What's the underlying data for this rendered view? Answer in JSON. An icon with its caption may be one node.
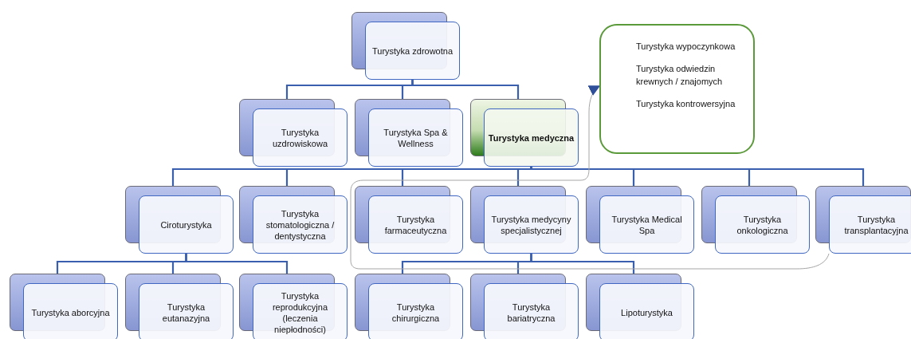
{
  "diagram": {
    "nodes": [
      {
        "text": [
          "Turystyka zdrowotna"
        ]
      },
      {
        "text": [
          "Turystyka wypoczynkowa",
          "Turystyka odwiedzin krewnych / znajomych",
          "Turystyka kontrowersyjna"
        ]
      },
      {
        "text": [
          "Turystyka uzdrowiskowa"
        ]
      },
      {
        "text": [
          "Turystyka Spa & Wellness"
        ]
      },
      {
        "text": [
          "Turystyka medyczna"
        ]
      },
      {
        "text": [
          "Ciroturystyka"
        ]
      },
      {
        "text": [
          "Turystyka stomatologiczna / dentystyczna"
        ]
      },
      {
        "text": [
          "Turystyka farmaceutyczna"
        ]
      },
      {
        "text": [
          "Turystyka medycyny specjalistycznej"
        ]
      },
      {
        "text": [
          "Turystyka Medical Spa"
        ]
      },
      {
        "text": [
          "Turystyka onkologiczna"
        ]
      },
      {
        "text": [
          "Turystyka transplantacyjna"
        ]
      },
      {
        "text": [
          "Turystyka aborcyjna"
        ]
      },
      {
        "text": [
          "Turystyka eutanazyjna"
        ]
      },
      {
        "text": [
          "Turystyka reprodukcyjna (leczenia niepłodności)"
        ]
      },
      {
        "text": [
          "Turystyka chirurgiczna"
        ]
      },
      {
        "text": [
          "Turystyka bariatryczna"
        ]
      },
      {
        "text": [
          "Lipoturystyka"
        ]
      }
    ],
    "edges": [
      {
        "from": 0,
        "to": 2,
        "arrow": "none"
      },
      {
        "from": 0,
        "to": 3,
        "arrow": "none"
      },
      {
        "from": 0,
        "to": 4,
        "arrow": "none"
      },
      {
        "from": 4,
        "to": 5,
        "arrow": "none"
      },
      {
        "from": 4,
        "to": 6,
        "arrow": "none"
      },
      {
        "from": 4,
        "to": 7,
        "arrow": "none"
      },
      {
        "from": 4,
        "to": 8,
        "arrow": "none"
      },
      {
        "from": 4,
        "to": 9,
        "arrow": "none"
      },
      {
        "from": 4,
        "to": 10,
        "arrow": "none"
      },
      {
        "from": 4,
        "to": 11,
        "arrow": "none"
      },
      {
        "from": 5,
        "to": 12,
        "arrow": "none"
      },
      {
        "from": 5,
        "to": 13,
        "arrow": "none"
      },
      {
        "from": 5,
        "to": 14,
        "arrow": "none"
      },
      {
        "from": 8,
        "to": 15,
        "arrow": "none"
      },
      {
        "from": 8,
        "to": 16,
        "arrow": "none"
      },
      {
        "from": 8,
        "to": 17,
        "arrow": "none"
      },
      {
        "from": 11,
        "to": 1,
        "arrow": "to",
        "color": "#a6a6a6"
      }
    ]
  }
}
